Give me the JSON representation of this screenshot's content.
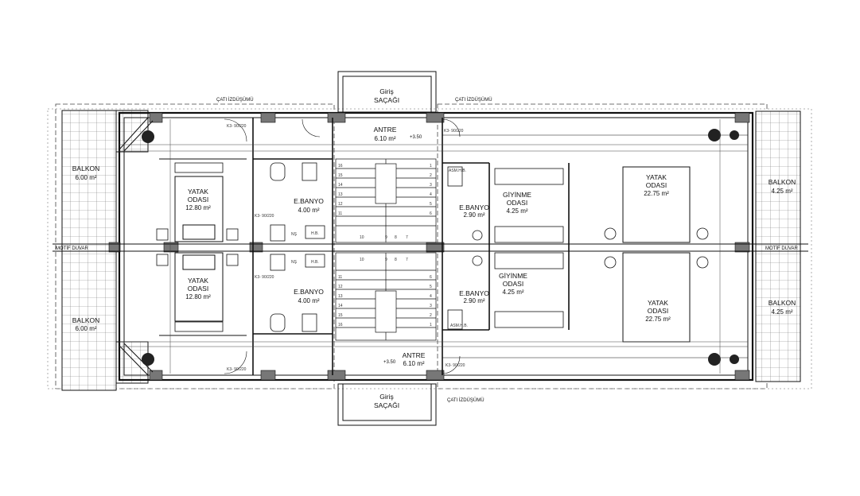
{
  "plan": {
    "roof_projection": "ÇATI İZDÜŞÜMÜ",
    "motif_wall": "MOTİF DUVAR",
    "canopy": {
      "line1": "Giriş",
      "line2": "SAÇAĞI"
    },
    "rooms": {
      "yatak_12": {
        "line1": "YATAK",
        "line2": "ODASI",
        "area": "12.80 m²"
      },
      "yatak_22": {
        "line1": "YATAK",
        "line2": "ODASI",
        "area": "22.75 m²"
      },
      "ebanyo": {
        "name": "E.BANYO",
        "area": "4.00 m²"
      },
      "antre": {
        "name": "ANTRE",
        "area": "6.10 m²"
      },
      "giyinme": {
        "line1": "GİYİNME",
        "line2": "ODASI",
        "area": "4.25 m²"
      },
      "banyo_small": {
        "name": "E.BANYO",
        "area": "2.90 m²"
      },
      "balkon_left": {
        "name": "BALKON",
        "area": "6.00 m²"
      },
      "balkon_right": {
        "name": "BALKON",
        "area": "4.25 m²"
      }
    },
    "fixtures": {
      "hb": "H.B.",
      "ns": "NŞ",
      "asm": "ASM.H.B."
    },
    "level": "+3.50",
    "door_code": "K3- 90/220",
    "stair_steps": [
      "1",
      "2",
      "3",
      "4",
      "5",
      "6",
      "7",
      "8",
      "9",
      "10",
      "11",
      "12",
      "13",
      "14",
      "15",
      "16"
    ]
  }
}
